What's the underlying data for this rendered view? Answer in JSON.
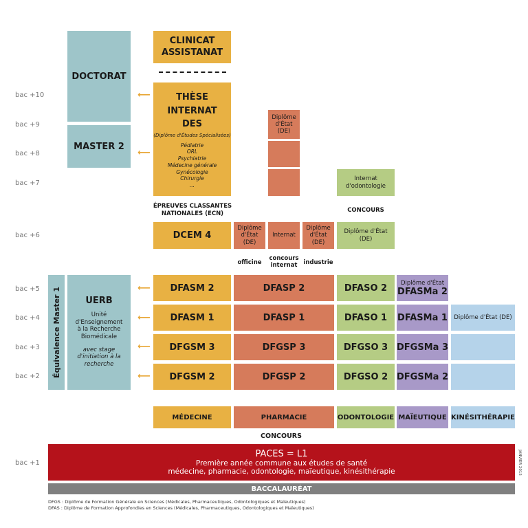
{
  "bac_levels": [
    "bac +10",
    "bac +9",
    "bac +8",
    "bac +7",
    "bac +6",
    "bac +5",
    "bac +4",
    "bac +3",
    "bac +2",
    "bac +1"
  ],
  "doctorat": "DOCTORAT",
  "master2": "MASTER 2",
  "clinicat": "CLINICAT\nASSISTANAT",
  "these": {
    "lines": [
      "THÈSE",
      "INTERNAT",
      "DES"
    ],
    "des_sub": "(Diplôme d'Études Spécialisées)",
    "specialites": [
      "Pédiatrie",
      "ORL",
      "Psychiatrie",
      "Médecine générale",
      "Gynécologie",
      "Chirurgie",
      "..."
    ]
  },
  "pharma_de_top": "Diplôme\nd'État\n(DE)",
  "internat_odonto": "Internat\nd'odontologie",
  "ecn": "ÉPREUVES CLASSANTES\nNATIONALES (ECN)",
  "concours_odonto": "CONCOURS",
  "dcem4": "DCEM 4",
  "pharma_bac6": {
    "officine_de": "Diplôme\nd'État\n(DE)",
    "internat": "Internat",
    "industrie_de": "Diplôme\nd'État\n(DE)"
  },
  "odonto_de": "Diplôme d'État\n(DE)",
  "pharma_paths": {
    "officine": "officine",
    "concours_internat": "concours\ninternat",
    "industrie": "industrie"
  },
  "equivalence": "Équivalence Master 1",
  "uerb": {
    "title": "UERB",
    "desc": "Unité\nd'Enseignement\nà la Recherche\nBiomédicale",
    "stage": "avec stage\nd'initiation à la\nrecherche"
  },
  "rows": [
    {
      "med": "DFASM 2",
      "pharm": "DFASP 2",
      "odonto": "DFASO 2",
      "maieut": "DFASMa 2",
      "maieut_sub": "Diplôme d'État"
    },
    {
      "med": "DFASM 1",
      "pharm": "DFASP 1",
      "odonto": "DFASO 1",
      "maieut": "DFASMa 1",
      "kine": "Diplôme d'État (DE)"
    },
    {
      "med": "DFGSM 3",
      "pharm": "DFGSP 3",
      "odonto": "DFGSO 3",
      "maieut": "DFGSMa 3"
    },
    {
      "med": "DFGSM 2",
      "pharm": "DFGSP 2",
      "odonto": "DFGSO 2",
      "maieut": "DFGSMa 2"
    }
  ],
  "filieres": [
    "MÉDECINE",
    "PHARMACIE",
    "ODONTOLOGIE",
    "MAÏEUTIQUE",
    "KINÉSITHÉRAPIE"
  ],
  "concours": "CONCOURS",
  "paces": {
    "title": "PACES = L1",
    "line1": "Première année commune aux études de santé",
    "line2": "médecine, pharmacie, odontologie, maïeutique, kinésithérapie"
  },
  "date": "JANVIER 2015",
  "bac": "BACCALAURÉAT",
  "footnotes": [
    "DFGS : Diplôme de Formation Générale en Sciences (Médicales, Pharmaceutiques, Odontologiques et Maïeutiques)",
    "DFAS : Diplôme de Formation Approfondies en Sciences (Médicales, Pharmaceutiques, Odontologiques et Maïeutiques)"
  ],
  "colors": {
    "medecine": "#e8b143",
    "pharmacie": "#d67b5b",
    "odontologie": "#b5cc84",
    "maieutique": "#a899c8",
    "kine": "#b5d3ea",
    "recherche": "#9ec5c9",
    "paces": "#b5121b",
    "bac": "#808080",
    "arrow": "#e8a634"
  }
}
